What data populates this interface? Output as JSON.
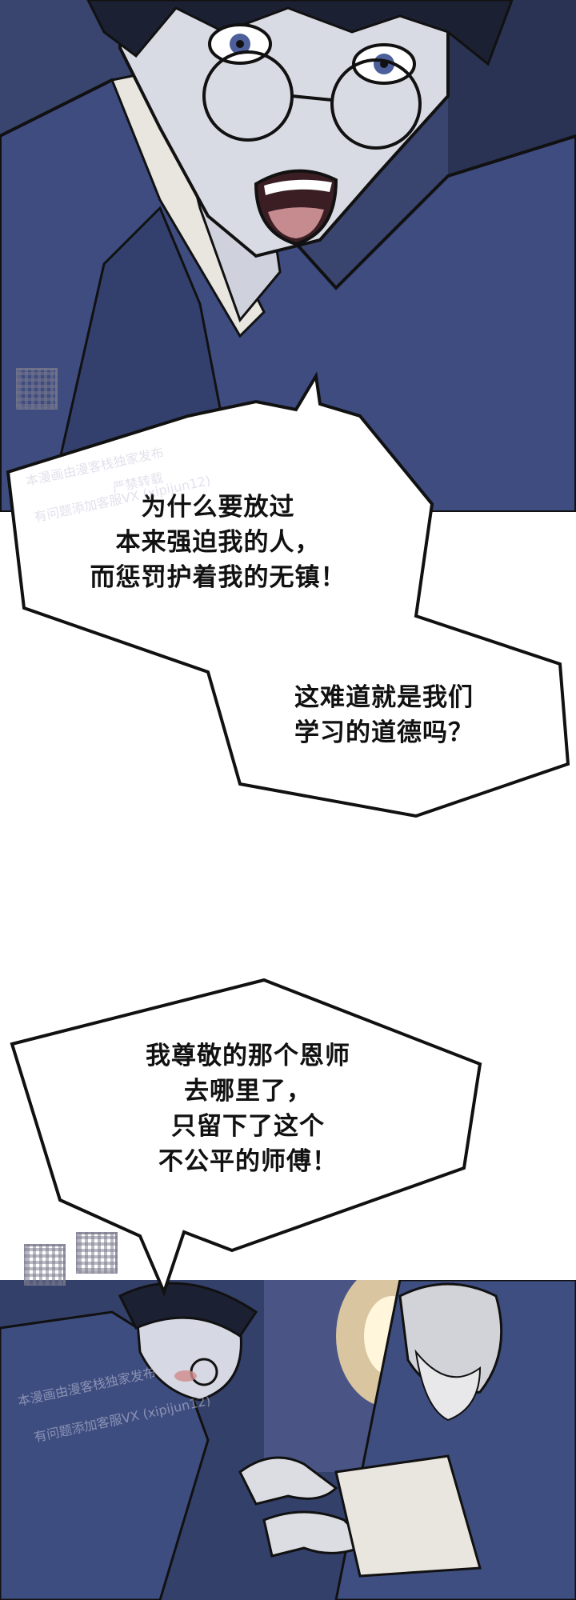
{
  "bubbles": {
    "b1": {
      "lines": [
        "为什么要放过",
        "本来强迫我的人，",
        "而惩罚护着我的无镇！"
      ]
    },
    "b2": {
      "lines": [
        "这难道就是我们",
        "学习的道德吗？"
      ]
    },
    "b3": {
      "lines": [
        "我尊敬的那个恩师",
        "去哪里了，",
        "只留下了这个",
        "不公平的师傅！"
      ]
    }
  },
  "watermarks": {
    "w1": "本漫画由漫客栈独家发布",
    "w2": "严禁转载",
    "w3": "有问题添加客服VX (xipijun12)",
    "w4": "本漫画由漫客栈独家发布",
    "w5": "有问题添加客服VX (xipijun12)"
  },
  "colors": {
    "ink": "#111111",
    "robe": "#3c4a7a",
    "skin": "#e9e6e0"
  }
}
